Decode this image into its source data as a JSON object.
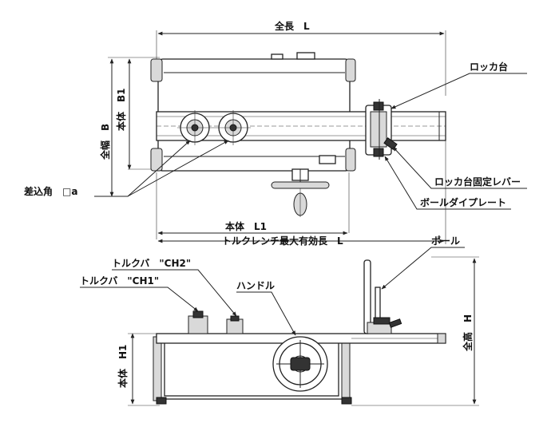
{
  "labels": {
    "total_length": "全長　L",
    "total_width": "全幅　B",
    "body_width": "本体　B1",
    "locker_base": "ロッカ台",
    "locker_lever": "ロッカ台固定レバー",
    "ball_plate": "ボールダイプレート",
    "square_drive": "差込角　□a",
    "body_length": "本体　L1",
    "wrench_max_length": "トルクレンチ最大有効長　L",
    "torque_ch2": "トルクバ　\"CH2\"",
    "torque_ch1": "トルクバ　\"CH1\"",
    "handle": "ハンドル",
    "pole": "ポール",
    "total_height": "全高　H",
    "body_height": "本体　H1"
  },
  "colors": {
    "line": "#222222",
    "fill_light": "#d9d9d9",
    "fill_dark": "#9a9a9a"
  }
}
